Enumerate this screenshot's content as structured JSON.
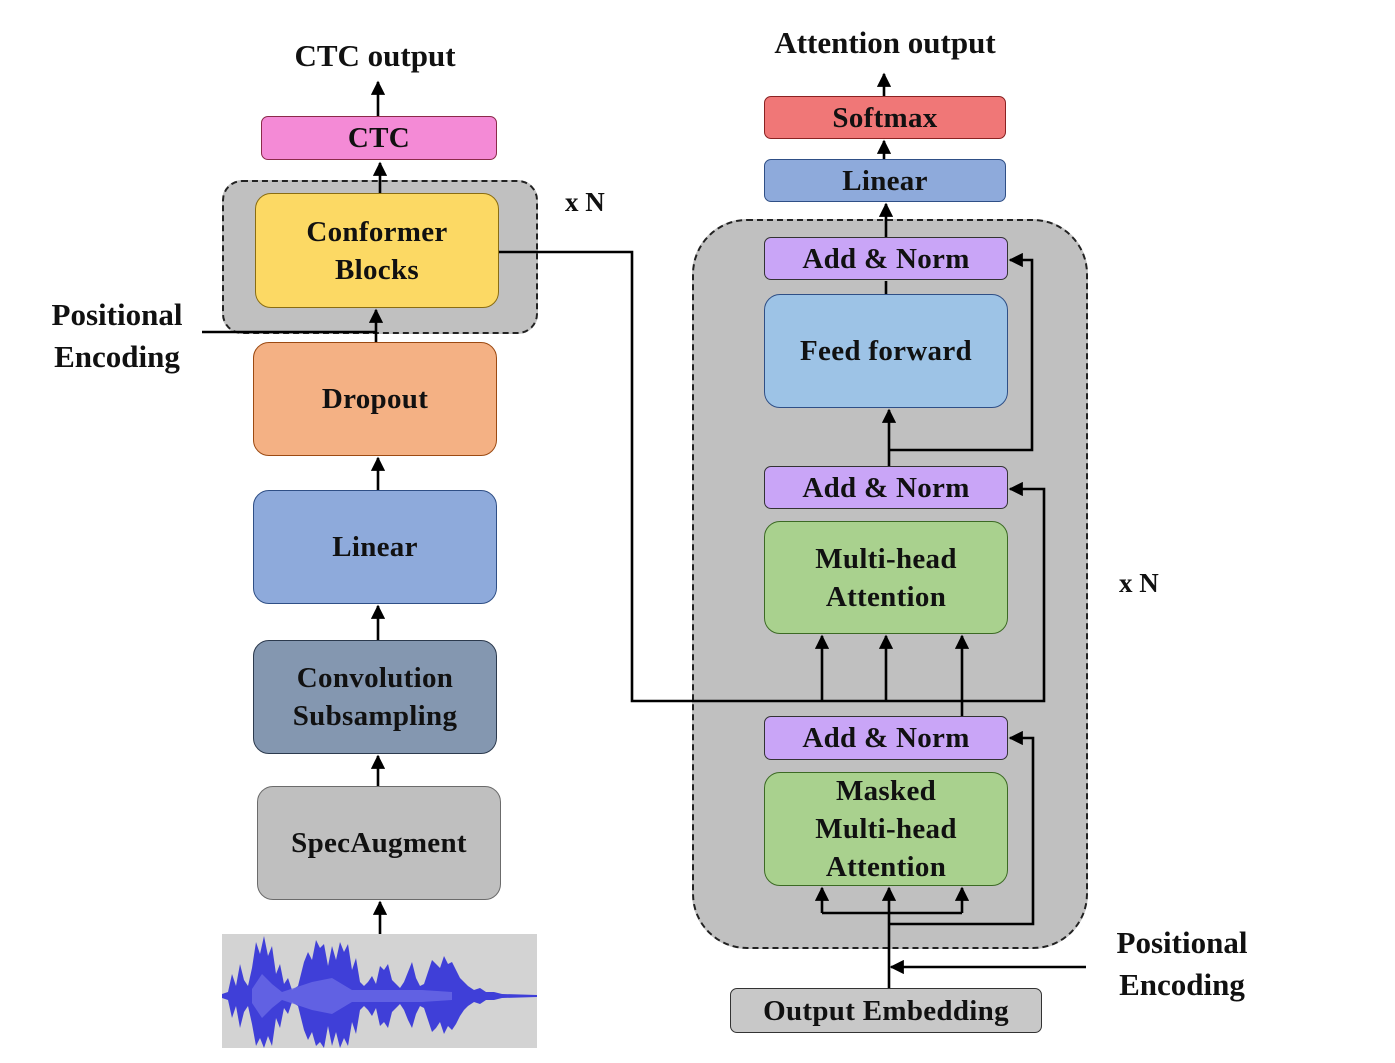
{
  "encoder": {
    "output_label": "CTC output",
    "ctc": "CTC",
    "conformer": "Conformer\nBlocks",
    "repeat": "x N",
    "positional_encoding": "Positional\nEncoding",
    "dropout": "Dropout",
    "linear": "Linear",
    "conv_subsampling": "Convolution\nSubsampling",
    "specaugment": "SpecAugment"
  },
  "decoder": {
    "output_label": "Attention output",
    "softmax": "Softmax",
    "linear": "Linear",
    "add_norm_top": "Add & Norm",
    "feed_forward": "Feed forward",
    "add_norm_mid": "Add & Norm",
    "multihead": "Multi-head\nAttention",
    "repeat": "x N",
    "add_norm_bottom": "Add & Norm",
    "masked_multihead": "Masked\nMulti-head\nAttention",
    "positional_encoding": "Positional\nEncoding",
    "output_embedding": "Output Embedding"
  },
  "colors": {
    "ctc": "#f48ad6",
    "conformer": "#fcd964",
    "dropout": "#f4b184",
    "linear": "#8eaadb",
    "conv": "#8497b0",
    "specaugment": "#bfbfbf",
    "softmax": "#f07777",
    "add_norm": "#c9a5f7",
    "feed_forward": "#9dc3e6",
    "attention": "#a9d18e",
    "embedding": "#c8c8c8",
    "waveform": "#3f3fd8"
  }
}
